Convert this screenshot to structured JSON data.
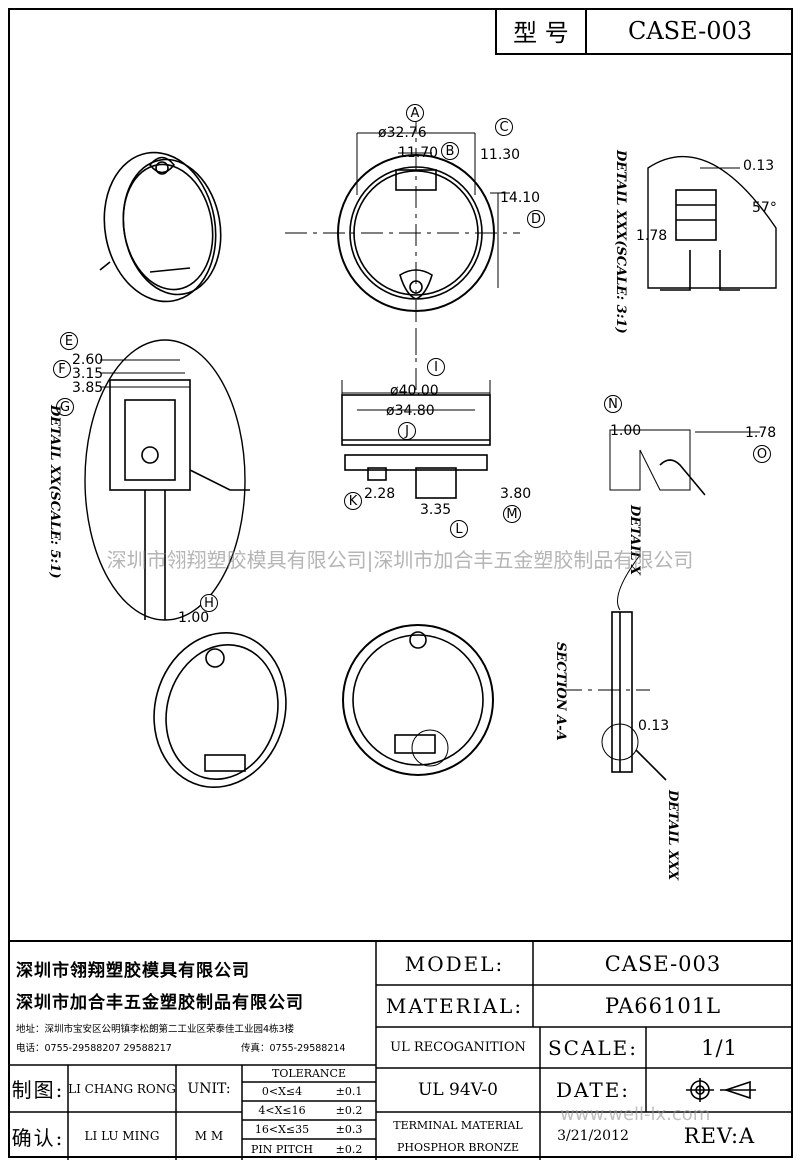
{
  "title_block_top": {
    "label": "型 号",
    "model": "CASE-003"
  },
  "watermark": "深圳市翎翔塑胶模具有限公司|深圳市加合丰五金塑胶制品有限公司",
  "watermark_url": "www.well-lx.com",
  "dimensions": {
    "d_32_76": "ø32.76",
    "d_11_70": "11.70",
    "d_11_30": "11.30",
    "d_14_10": "14.10",
    "d_0_13a": "0.13",
    "d_57": "57°",
    "d_1_78a": "1.78",
    "d_2_60": "2.60",
    "d_3_15": "3.15",
    "d_3_85": "3.85",
    "d_40_00": "ø40.00",
    "d_34_80": "ø34.80",
    "d_2_28": "2.28",
    "d_3_35": "3.35",
    "d_3_80": "3.80",
    "d_1_00a": "1.00",
    "d_1_78b": "1.78",
    "d_1_00b": "1.00",
    "d_0_13b": "0.13"
  },
  "markers": [
    "A",
    "B",
    "C",
    "D",
    "E",
    "F",
    "G",
    "H",
    "I",
    "J",
    "K",
    "L",
    "M",
    "N",
    "O"
  ],
  "notes": {
    "detail_xxx_scale": "DETAIL XXX(SCALE: 3:1)",
    "detail_xx_scale": "DETAIL XX(SCALE: 5:1)",
    "detail_x": "DETAIL X",
    "section": "SECTION A-A",
    "detail_xxx": "DETAIL XXX"
  },
  "title_block": {
    "company1": "深圳市翎翔塑胶模具有限公司",
    "company2": "深圳市加合丰五金塑胶制品有限公司",
    "address": "地址：深圳市宝安区公明镇李松朗第二工业区荣泰佳工业园4栋3楼",
    "phone": "电话：0755-29588207  29588217",
    "fax": "传真：0755-29588214",
    "drawn_label": "制图:",
    "drawn_by": "LI CHANG RONG",
    "checked_label": "确认:",
    "checked_by": "LI LU MING",
    "unit_label": "UNIT:",
    "unit_value": "M M",
    "tolerance_title": "TOLERANCE",
    "tol_rows": [
      {
        "range": "0<X≤4",
        "value": "±0.1"
      },
      {
        "range": "4<X≤16",
        "value": "±0.2"
      },
      {
        "range": "16<X≤35",
        "value": "±0.3"
      },
      {
        "range": "PIN PITCH",
        "value": "±0.2"
      }
    ],
    "model_label": "MODEL:",
    "model_value": "CASE-003",
    "material_label": "MATERIAL:",
    "material_value": "PA66101L",
    "ul_label": "UL RECOGANITION",
    "ul_value": "UL 94V-0",
    "terminal_label1": "TERMINAL MATERIAL",
    "terminal_label2": "PHOSPHOR  BRONZE",
    "scale_label": "SCALE:",
    "scale_value": "1/1",
    "date_label": "DATE:",
    "date_value": "3/21/2012",
    "rev_label": "REV:A"
  }
}
